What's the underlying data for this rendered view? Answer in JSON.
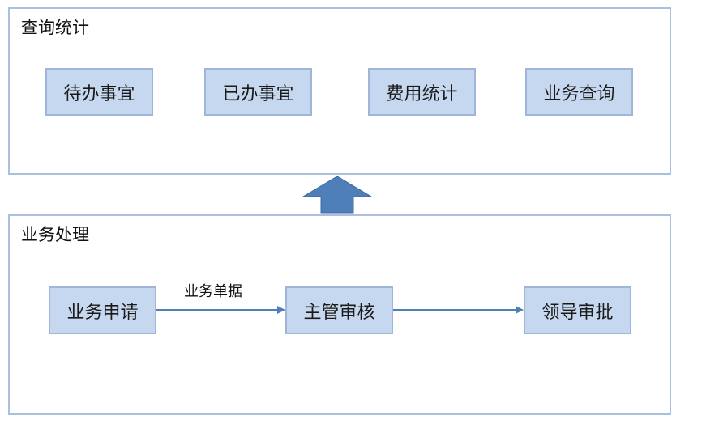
{
  "query_panel": {
    "title": "查询统计",
    "items": [
      {
        "label": "待办事宜"
      },
      {
        "label": "已办事宜"
      },
      {
        "label": "费用统计"
      },
      {
        "label": "业务查询"
      }
    ]
  },
  "process_panel": {
    "title": "业务处理",
    "steps": [
      {
        "label": "业务申请"
      },
      {
        "label": "主管审核"
      },
      {
        "label": "领导审批"
      }
    ],
    "edges": [
      {
        "label": "业务单据"
      }
    ]
  },
  "colors": {
    "panel_border": "#a9c0df",
    "box_fill": "#c6d8ef",
    "box_border": "#9fb6d6",
    "up_arrow": "#4f7fb8",
    "flow_line": "#4f7fb8"
  }
}
